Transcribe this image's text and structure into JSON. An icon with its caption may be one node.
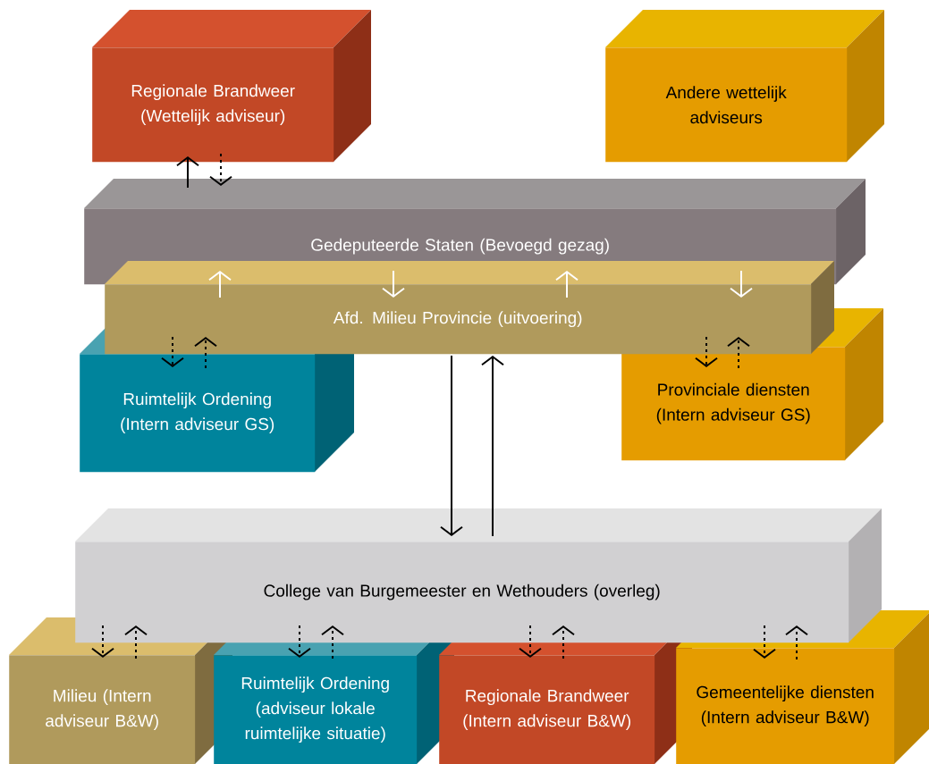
{
  "diagram": {
    "nodes": [
      {
        "text": [
          "Regionale Brandweer (Wettelijk adviseur)"
        ]
      },
      {
        "text": [
          "Andere wettelijk adviseurs"
        ]
      },
      {
        "text": [
          "Gedeputeerde Staten (Bevoegd gezag)"
        ]
      },
      {
        "text": [
          "Afd. Milieu Provincie (uitvoering)"
        ]
      },
      {
        "text": [
          "Ruimtelijk Ordening (Intern adviseur GS)"
        ]
      },
      {
        "text": [
          "Provinciale diensten (Intern adviseur GS)"
        ]
      },
      {
        "text": [
          "College van Burgemeester en Wethouders (overleg)"
        ]
      },
      {
        "text": [
          "Milieu (Intern adviseur B&W)"
        ]
      },
      {
        "text": [
          "Ruimtelijk Ordening (adviseur lokale ruimtelijke situatie)"
        ]
      },
      {
        "text": [
          "Regionale Brandweer (Intern adviseur B&W)"
        ]
      },
      {
        "text": [
          "Gemeentelijke diensten (Intern adviseur B&W)"
        ]
      }
    ],
    "edges": [
      {
        "from": 2,
        "to": 0,
        "arrow": "to"
      },
      {
        "from": 0,
        "to": 2,
        "arrow": "to",
        "style": "dashed"
      },
      {
        "from": 3,
        "to": 2,
        "arrow": "to",
        "color": "#ffffff"
      },
      {
        "from": 2,
        "to": 3,
        "arrow": "to",
        "color": "#ffffff"
      },
      {
        "from": 3,
        "to": 2,
        "arrow": "to",
        "color": "#ffffff"
      },
      {
        "from": 2,
        "to": 3,
        "arrow": "to",
        "color": "#ffffff"
      },
      {
        "from": 3,
        "to": 4,
        "arrow": "to",
        "style": "dashed"
      },
      {
        "from": 4,
        "to": 3,
        "arrow": "to",
        "style": "dashed"
      },
      {
        "from": 3,
        "to": 5,
        "arrow": "to",
        "style": "dashed"
      },
      {
        "from": 5,
        "to": 3,
        "arrow": "to",
        "style": "dashed"
      },
      {
        "from": 3,
        "to": 6,
        "arrow": "to"
      },
      {
        "from": 6,
        "to": 3,
        "arrow": "to"
      },
      {
        "from": 6,
        "to": 7,
        "arrow": "to",
        "style": "dashed"
      },
      {
        "from": 7,
        "to": 6,
        "arrow": "to",
        "style": "dashed"
      },
      {
        "from": 6,
        "to": 8,
        "arrow": "to",
        "style": "dashed"
      },
      {
        "from": 8,
        "to": 6,
        "arrow": "to",
        "style": "dashed"
      },
      {
        "from": 6,
        "to": 9,
        "arrow": "to",
        "style": "dashed"
      },
      {
        "from": 9,
        "to": 6,
        "arrow": "to",
        "style": "dashed"
      },
      {
        "from": 6,
        "to": 10,
        "arrow": "to",
        "style": "dashed"
      },
      {
        "from": 10,
        "to": 6,
        "arrow": "to",
        "style": "dashed"
      }
    ]
  }
}
